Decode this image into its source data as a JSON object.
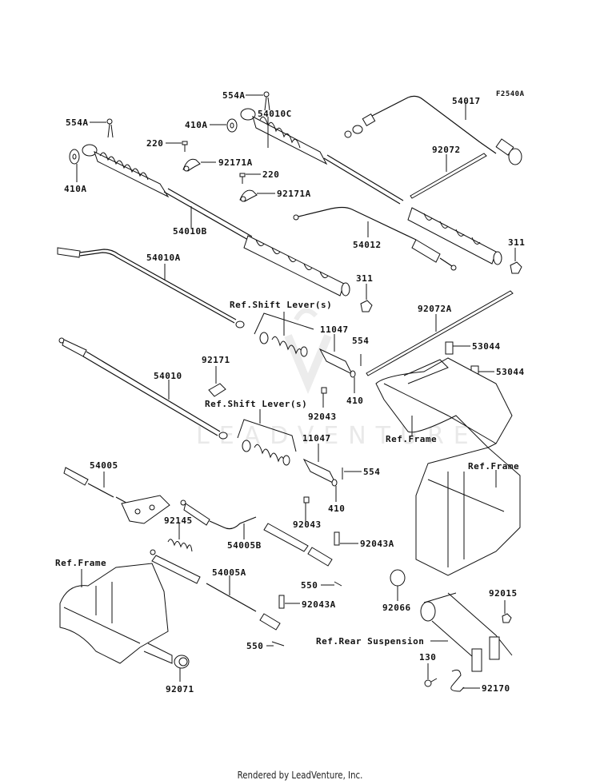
{
  "diagram": {
    "figure_id": "F2540A",
    "watermark": "LEADVENTURE",
    "footer": "Rendered by LeadVenture, Inc.",
    "labels": {
      "p554A_1": "554A",
      "p554A_2": "554A",
      "p410A_1": "410A",
      "p410A_2": "410A",
      "p220_1": "220",
      "p220_2": "220",
      "p92171A_1": "92171A",
      "p92171A_2": "92171A",
      "p54010C": "54010C",
      "p54017": "54017",
      "p92072": "92072",
      "p54010B": "54010B",
      "p54012": "54012",
      "p311_1": "311",
      "p311_2": "311",
      "p54010A": "54010A",
      "ref_shift_lever_1": "Ref.Shift Lever(s)",
      "ref_shift_lever_2": "Ref.Shift Lever(s)",
      "p92072A": "92072A",
      "p53044_1": "53044",
      "p53044_2": "53044",
      "p92171": "92171",
      "p11047_1": "11047",
      "p11047_2": "11047",
      "p554_1": "554",
      "p554_2": "554",
      "p410_1": "410",
      "p410_2": "410",
      "p92043_1": "92043",
      "p92043_2": "92043",
      "p54010": "54010",
      "ref_frame_1": "Ref.Frame",
      "ref_frame_2": "Ref.Frame",
      "ref_frame_3": "Ref.Frame",
      "p54005": "54005",
      "p92145": "92145",
      "p54005B": "54005B",
      "p92043A_1": "92043A",
      "p92043A_2": "92043A",
      "p54005A": "54005A",
      "p550_1": "550",
      "p550_2": "550",
      "p92066": "92066",
      "p92015": "92015",
      "ref_rear_suspension": "Ref.Rear Suspension",
      "p130": "130",
      "p92170": "92170",
      "p92071": "92071"
    }
  }
}
